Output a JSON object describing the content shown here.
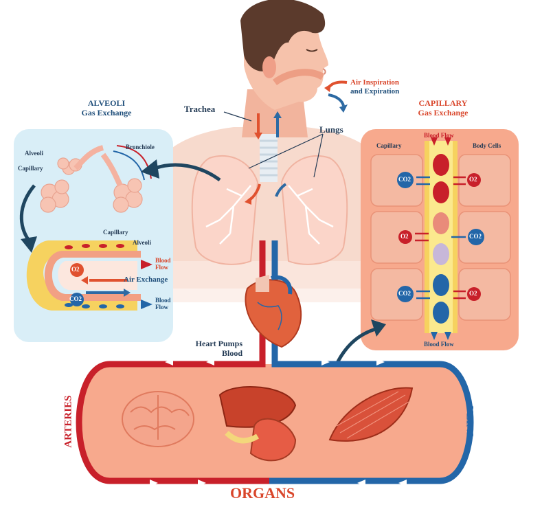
{
  "labels": {
    "alveoli_title": "ALVEOLI",
    "alveoli_subtitle": "Gas Exchange",
    "capillary_title": "CAPILLARY",
    "capillary_subtitle": "Gas Exchange",
    "trachea": "Trachea",
    "lungs": "Lungs",
    "air_line1": "Air Inspiration",
    "air_line2": "and Expiration",
    "heart_line1": "Heart Pumps",
    "heart_line2": "Blood",
    "arteries": "ARTERIES",
    "veins": "VEINS",
    "organs": "ORGANS",
    "alveoli_panel": {
      "alveoli": "Alveoli",
      "capillary_top": "Capillary",
      "bronchiole": "Bronchiole",
      "capillary_mid": "Capillary",
      "alveoli_mid": "Alveoli",
      "blood_flow_1a": "Blood",
      "blood_flow_1b": "Flow",
      "air_exchange": "Air Exchange",
      "blood_flow_2a": "Blood",
      "blood_flow_2b": "Flow",
      "o2": "O2",
      "co2": "CO2"
    },
    "capillary_panel": {
      "blood_flow_top": "Blood Flow",
      "capillary": "Capillary",
      "body_cells": "Body Cells",
      "blood_flow_bottom": "Blood Flow",
      "co2": "CO2",
      "o2": "O2"
    }
  },
  "colors": {
    "artery_red": "#c8202a",
    "vein_blue": "#2366a8",
    "panel_blue": "#d9eef7",
    "panel_peach": "#f7a98d",
    "organ_bg": "#f7a98d",
    "skin": "#f6c9b6",
    "title_blue": "#1f4e7a",
    "title_red": "#d9462b"
  }
}
